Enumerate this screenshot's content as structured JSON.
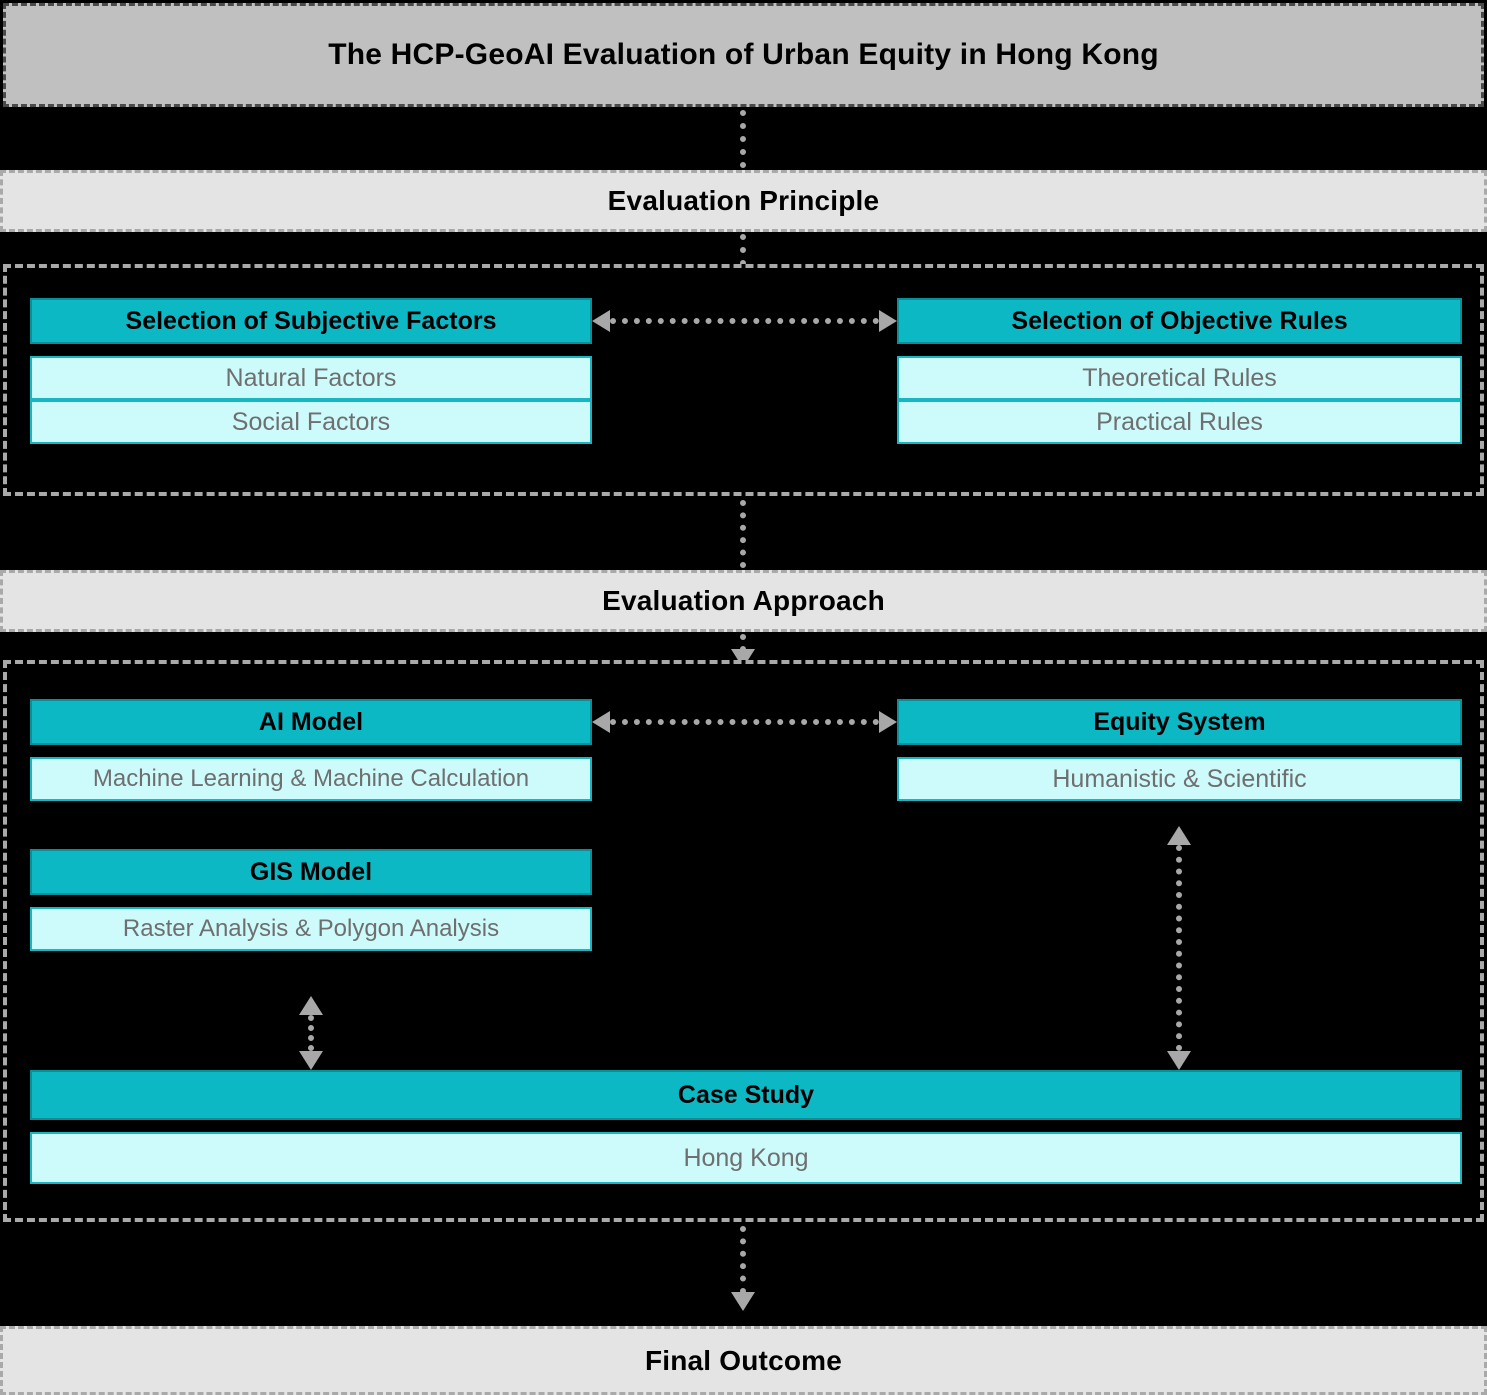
{
  "title": {
    "text": "The HCP-GeoAI Evaluation of Urban Equity in Hong Kong"
  },
  "stages": {
    "principle": "Evaluation Principle",
    "approach": "Evaluation Approach",
    "outcome": "Final Outcome"
  },
  "principle_section": {
    "left": {
      "head": "Selection of Subjective Factors",
      "items": [
        "Natural Factors",
        "Social Factors"
      ]
    },
    "right": {
      "head": "Selection of Objective Rules",
      "items": [
        "Theoretical Rules",
        "Practical Rules"
      ]
    }
  },
  "approach_section": {
    "left": {
      "groups": [
        {
          "head": "AI Model",
          "items": [
            "Machine Learning & Machine Calculation"
          ]
        },
        {
          "head": "GIS Model",
          "items": [
            "Raster Analysis & Polygon Analysis"
          ]
        }
      ]
    },
    "right": {
      "groups": [
        {
          "head": "Equity System",
          "items": [
            "Humanistic & Scientific"
          ]
        }
      ]
    },
    "case_study": {
      "head": "Case Study",
      "items": [
        "Hong Kong"
      ]
    }
  },
  "connectors": [
    {
      "name": "title-to-principle",
      "type": "dotted-line",
      "direction": "down",
      "arrowhead": false
    },
    {
      "name": "principle-to-section",
      "type": "dotted-line",
      "direction": "down",
      "arrowhead": false
    },
    {
      "name": "section-to-approach",
      "type": "dotted-line",
      "direction": "down",
      "arrowhead": false
    },
    {
      "name": "approach-to-section",
      "type": "dotted-line",
      "direction": "down",
      "arrowhead": true
    },
    {
      "name": "subjective-objective",
      "type": "dotted-double-arrow",
      "direction": "horizontal"
    },
    {
      "name": "ai-equity",
      "type": "dotted-double-arrow",
      "direction": "horizontal"
    },
    {
      "name": "gis-case",
      "type": "dotted-double-arrow",
      "direction": "vertical"
    },
    {
      "name": "equity-case",
      "type": "dotted-double-arrow",
      "direction": "vertical"
    },
    {
      "name": "case-to-outcome",
      "type": "dotted-line",
      "direction": "down",
      "arrowhead": true
    }
  ],
  "colors": {
    "background": "#000000",
    "title_bar": "#c0c0c0",
    "stage_bar": "#e4e4e4",
    "head_box": "#0cb8c4",
    "head_border": "#0a8e98",
    "sub_box": "#cdfafb",
    "sub_border": "#18b6c0",
    "sub_text": "#6f6f6f",
    "connector": "#a8a8a8",
    "section_border": "#a9a9a9"
  }
}
